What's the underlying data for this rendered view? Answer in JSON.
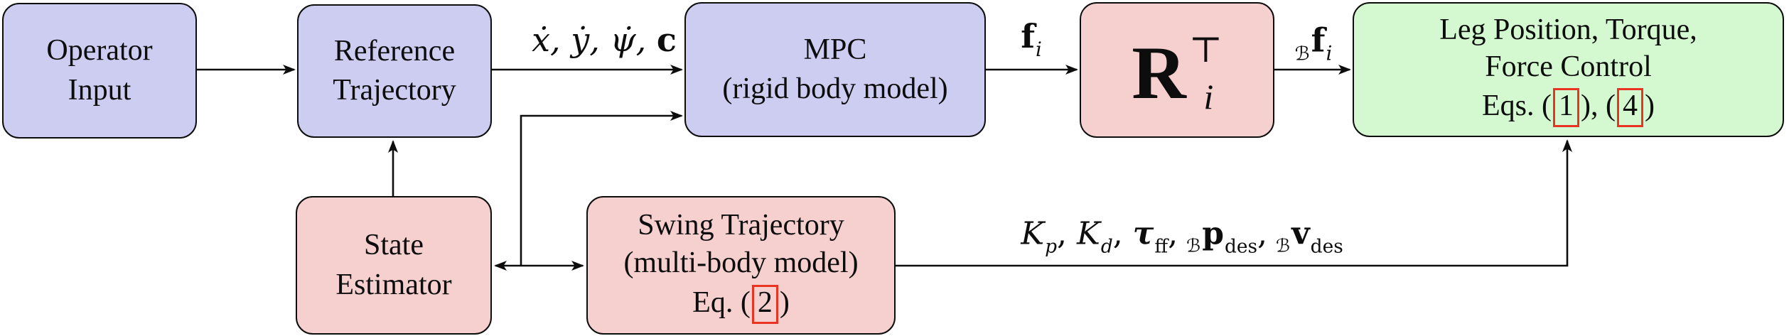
{
  "colors": {
    "box_blue": "#cdcdf2",
    "box_pink": "#f6cfcf",
    "box_green": "#d4f9d0",
    "link_red": "#ea3423",
    "line": "#0d0d0d"
  },
  "boxes": {
    "operator_input": {
      "line1": "Operator",
      "line2": "Input"
    },
    "reference_trajectory": {
      "line1": "Reference",
      "line2": "Trajectory"
    },
    "mpc": {
      "line1": "MPC",
      "line2": "(rigid body model)"
    },
    "rotation_matrix": {
      "base": "R",
      "superscript": "⊤",
      "subscript": "i"
    },
    "leg_control": {
      "line1": "Leg Position, Torque,",
      "line2": "Force Control",
      "eq_prefix": "Eqs. (",
      "eq1": "1",
      "eq_mid": "), (",
      "eq2": "4",
      "eq_suffix": ")"
    },
    "state_estimator": {
      "line1": "State",
      "line2": "Estimator"
    },
    "swing_trajectory": {
      "line1": "Swing Trajectory",
      "line2": "(multi-body model)",
      "eq_prefix": "Eq. (",
      "eq": "2",
      "eq_suffix": ")"
    }
  },
  "edge_labels": {
    "command": {
      "math": "ẋ, ẏ, ψ̇,",
      "bold": "c"
    },
    "force": {
      "bold": "f",
      "sub": "i"
    },
    "body_force": {
      "frame": "ℬ",
      "bold": "f",
      "sub": "i"
    },
    "swing_outputs": {
      "K1": "K",
      "K1_sub": "p",
      "sep1": ", ",
      "K2": "K",
      "K2_sub": "d",
      "sep2": ", ",
      "tau": "τ",
      "tau_sub": "ff",
      "sep3": ",",
      "frame1": "ℬ",
      "p": "p",
      "p_sub": "des",
      "sep4": ",",
      "frame2": "ℬ",
      "v": "v",
      "v_sub": "des"
    }
  }
}
